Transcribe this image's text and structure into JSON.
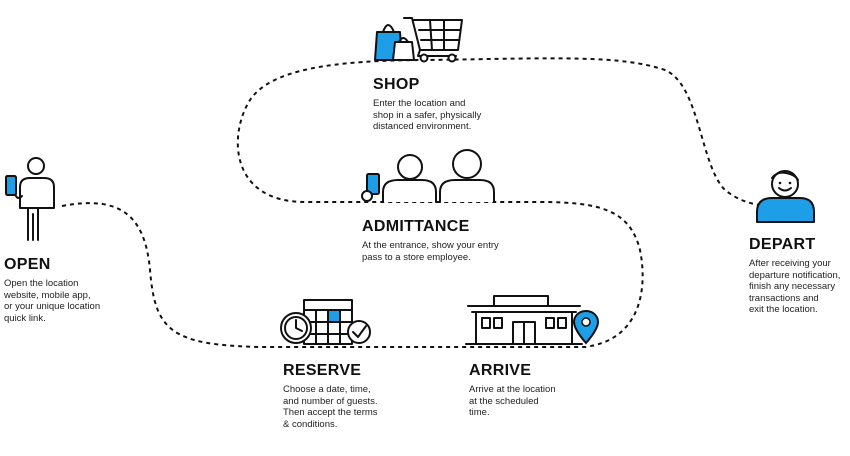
{
  "colors": {
    "accent": "#1e9ee6",
    "line": "#111111"
  },
  "steps": [
    {
      "id": "open",
      "title": "OPEN",
      "description": "Open the location\nwebsite, mobile app,\nor your unique location\nquick link.",
      "icon": "person-phone-icon"
    },
    {
      "id": "reserve",
      "title": "RESERVE",
      "description": "Choose a date, time,\nand number of guests.\nThen accept the terms\n& conditions.",
      "icon": "clock-calendar-check-icon"
    },
    {
      "id": "arrive",
      "title": "ARRIVE",
      "description": "Arrive at the location\nat the scheduled\ntime.",
      "icon": "store-pin-icon"
    },
    {
      "id": "admittance",
      "title": "ADMITTANCE",
      "description": "At the entrance, show your entry\npass to a store employee.",
      "icon": "people-phone-icon"
    },
    {
      "id": "shop",
      "title": "SHOP",
      "description": "Enter the location and\nshop in a safer, physically\ndistanced environment.",
      "icon": "cart-bags-icon"
    },
    {
      "id": "depart",
      "title": "DEPART",
      "description": "After receiving your\ndeparture notification,\nfinish any necessary\ntransactions and\nexit the location.",
      "icon": "smiling-person-icon"
    }
  ]
}
